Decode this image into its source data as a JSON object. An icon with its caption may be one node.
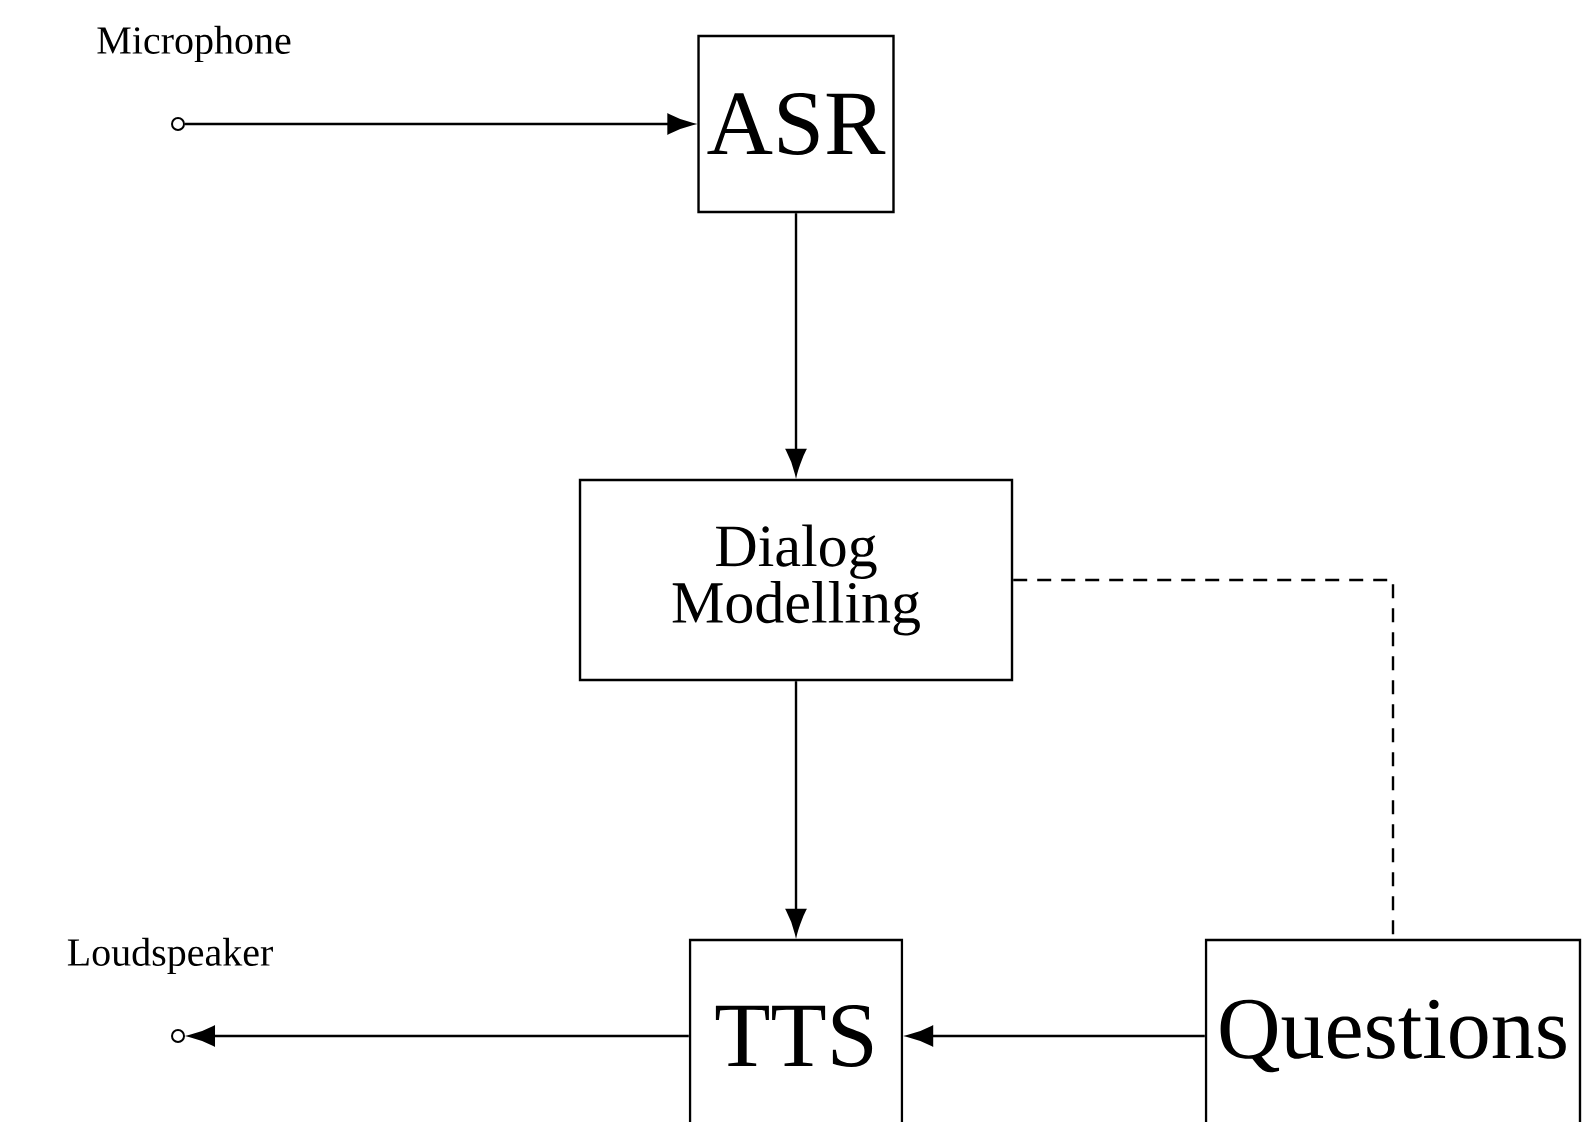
{
  "diagram": {
    "nodes": [
      {
        "text": [],
        "shape": "circle",
        "beside": [
          "Microphone"
        ]
      },
      {
        "text": [
          "ASR"
        ]
      },
      {
        "text": [
          "Dialog Modelling"
        ]
      },
      {
        "text": [
          "TTS"
        ]
      },
      {
        "text": [
          "Questions"
        ]
      },
      {
        "text": [],
        "shape": "circle",
        "beside": [
          "Loudspeaker"
        ]
      }
    ],
    "edges": [
      {
        "from": 0,
        "to": 1,
        "arrow": "to"
      },
      {
        "from": 1,
        "to": 2,
        "arrow": "to"
      },
      {
        "from": 2,
        "to": 3,
        "arrow": "to"
      },
      {
        "from": 4,
        "to": 3,
        "arrow": "to"
      },
      {
        "from": 3,
        "to": 5,
        "arrow": "to"
      },
      {
        "from": 2,
        "to": 4,
        "arrow": "none",
        "style": "dashed"
      }
    ]
  }
}
